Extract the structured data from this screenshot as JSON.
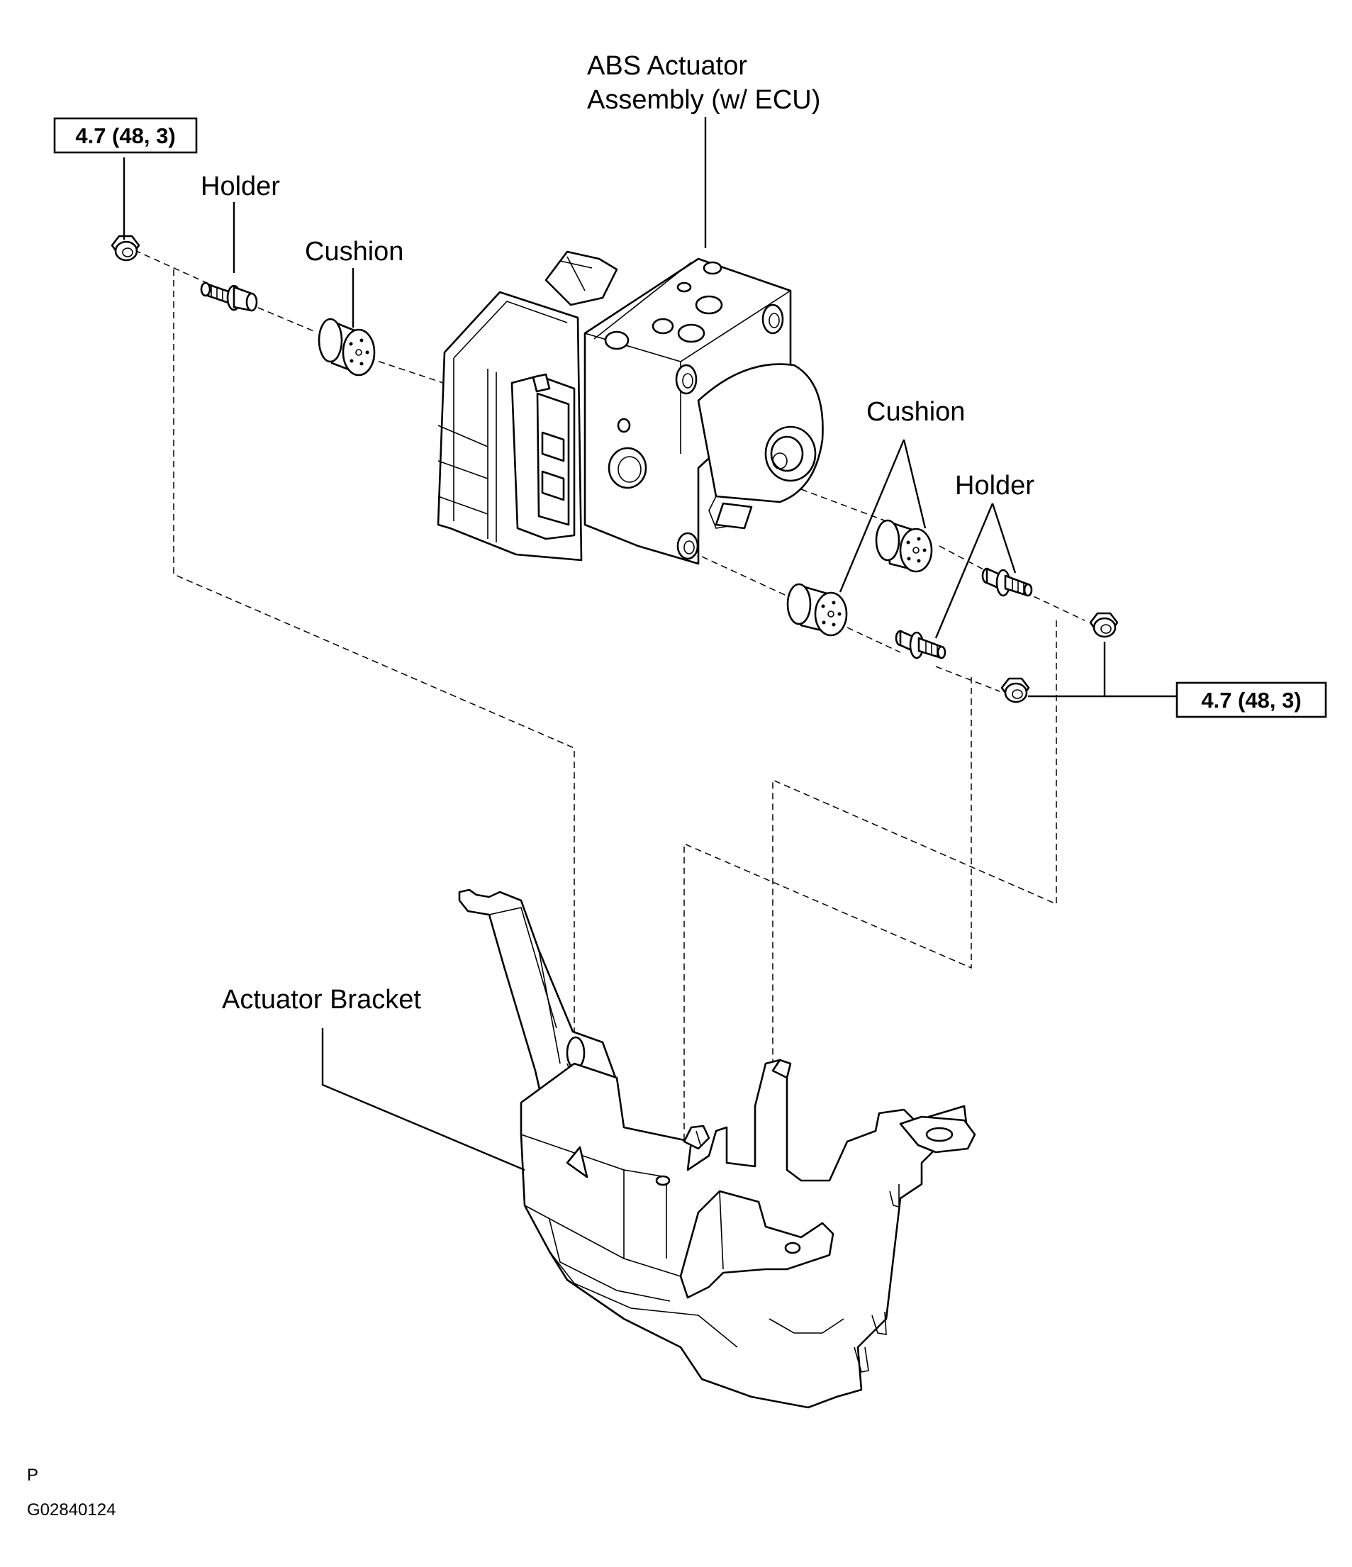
{
  "labels": {
    "abs_actuator_line1": "ABS Actuator",
    "abs_actuator_line2": "Assembly (w/ ECU)",
    "holder_left": "Holder",
    "cushion_left": "Cushion",
    "cushion_right": "Cushion",
    "holder_right": "Holder",
    "actuator_bracket": "Actuator Bracket"
  },
  "torque_specs": {
    "left": "4.7 (48, 3)",
    "right": "4.7 (48, 3)"
  },
  "footer": {
    "letter": "P",
    "code": "G02840124"
  },
  "colors": {
    "line": "#000000",
    "background": "#ffffff"
  }
}
